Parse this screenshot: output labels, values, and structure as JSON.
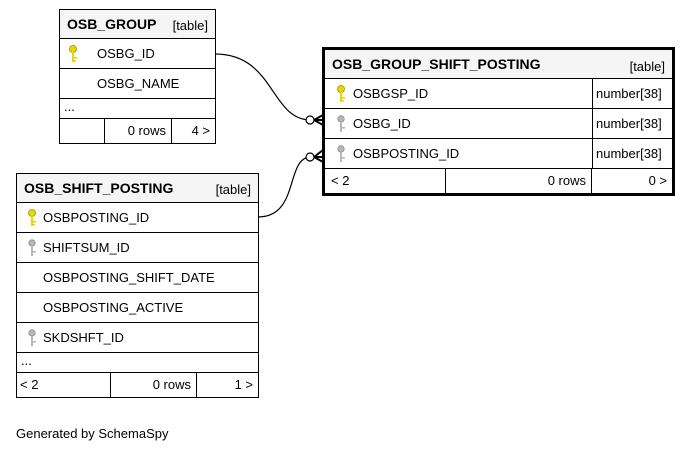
{
  "tables": {
    "group": {
      "name": "OSB_GROUP",
      "kind": "[table]",
      "columns": [
        {
          "name": "OSBG_ID",
          "key": "primary"
        },
        {
          "name": "OSBG_NAME",
          "key": "none"
        }
      ],
      "ellipsis": "...",
      "footer": {
        "left": "",
        "rows": "0 rows",
        "right": "4 >"
      }
    },
    "shift_posting": {
      "name": "OSB_SHIFT_POSTING",
      "kind": "[table]",
      "columns": [
        {
          "name": "OSBPOSTING_ID",
          "key": "primary"
        },
        {
          "name": "SHIFTSUM_ID",
          "key": "foreign"
        },
        {
          "name": "OSBPOSTING_SHIFT_DATE",
          "key": "none"
        },
        {
          "name": "OSBPOSTING_ACTIVE",
          "key": "none"
        },
        {
          "name": "SKDSHFT_ID",
          "key": "foreign"
        }
      ],
      "ellipsis": "...",
      "footer": {
        "left": "< 2",
        "rows": "0 rows",
        "right": "1 >"
      }
    },
    "group_shift_posting": {
      "name": "OSB_GROUP_SHIFT_POSTING",
      "kind": "[table]",
      "columns": [
        {
          "name": "OSBGSP_ID",
          "key": "primary",
          "type": "number[38]"
        },
        {
          "name": "OSBG_ID",
          "key": "foreign",
          "type": "number[38]"
        },
        {
          "name": "OSBPOSTING_ID",
          "key": "foreign",
          "type": "number[38]"
        }
      ],
      "footer": {
        "left": "< 2",
        "rows": "0 rows",
        "right": "0 >"
      }
    }
  },
  "colors": {
    "primary_key": "#e8d800",
    "foreign_key": "#a0a0a0",
    "header_bg": "#f5f5f5"
  },
  "credit": "Generated by SchemaSpy"
}
